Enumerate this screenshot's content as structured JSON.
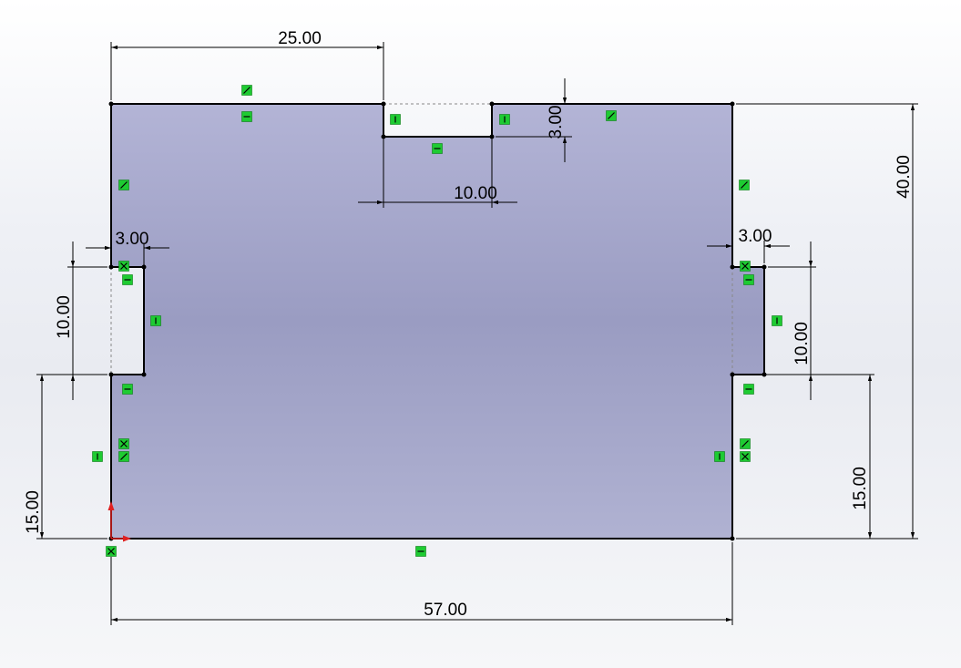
{
  "sketch": {
    "dimensions": {
      "top_offset": "25.00",
      "slot_depth": "3.00",
      "slot_width": "10.00",
      "overall_height": "40.00",
      "left_notch_depth": "3.00",
      "left_notch_height": "10.00",
      "left_notch_bottom": "15.00",
      "right_notch_depth": "3.00",
      "right_notch_height": "10.00",
      "right_notch_bottom": "15.00",
      "overall_width": "57.00"
    },
    "colors": {
      "face_top": "#b3b4d6",
      "face_mid": "#9a9cc2",
      "face_bottom": "#b0b2d2",
      "relation_marker": "#1ecb32",
      "origin_x_axis": "#e02020",
      "origin_y_axis": "#e02020"
    },
    "relation_icons": [
      "horizontal-relation-icon",
      "vertical-relation-icon",
      "parallel-relation-icon",
      "coincident-relation-icon"
    ]
  }
}
